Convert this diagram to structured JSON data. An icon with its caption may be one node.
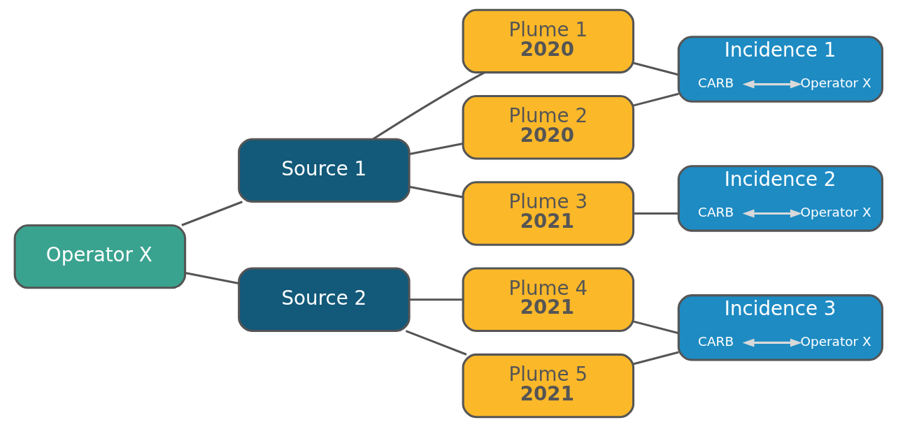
{
  "diagram": {
    "nodes": [
      {
        "text": [
          "Operator X"
        ]
      },
      {
        "text": [
          "Source 1"
        ]
      },
      {
        "text": [
          "Source 2"
        ]
      },
      {
        "text": [
          "Plume 1",
          "2020"
        ]
      },
      {
        "text": [
          "Plume 2",
          "2020"
        ]
      },
      {
        "text": [
          "Plume 3",
          "2021"
        ]
      },
      {
        "text": [
          "Plume 4",
          "2021"
        ]
      },
      {
        "text": [
          "Plume 5",
          "2021"
        ]
      },
      {
        "text": [
          "Incidence 1"
        ]
      },
      {
        "text": [
          "CARB"
        ],
        "in": 8
      },
      {
        "text": [
          "Operator X"
        ],
        "in": 8
      },
      {
        "text": [
          "Incidence 2"
        ]
      },
      {
        "text": [
          "CARB"
        ],
        "in": 11
      },
      {
        "text": [
          "Operator X"
        ],
        "in": 11
      },
      {
        "text": [
          "Incidence 3"
        ]
      },
      {
        "text": [
          "CARB"
        ],
        "in": 14
      },
      {
        "text": [
          "Operator X"
        ],
        "in": 14
      }
    ],
    "edges": [
      {
        "from": 0,
        "to": 1,
        "arrow": "none"
      },
      {
        "from": 0,
        "to": 2,
        "arrow": "none"
      },
      {
        "from": 1,
        "to": 3,
        "arrow": "none"
      },
      {
        "from": 1,
        "to": 4,
        "arrow": "none"
      },
      {
        "from": 1,
        "to": 5,
        "arrow": "none"
      },
      {
        "from": 2,
        "to": 6,
        "arrow": "none"
      },
      {
        "from": 2,
        "to": 7,
        "arrow": "none"
      },
      {
        "from": 3,
        "to": 8,
        "arrow": "none"
      },
      {
        "from": 4,
        "to": 8,
        "arrow": "none"
      },
      {
        "from": 5,
        "to": 11,
        "arrow": "none"
      },
      {
        "from": 6,
        "to": 14,
        "arrow": "none"
      },
      {
        "from": 7,
        "to": 14,
        "arrow": "none"
      },
      {
        "from": 9,
        "to": 10,
        "arrow": "both",
        "color": "#d9d9d9"
      },
      {
        "from": 12,
        "to": 13,
        "arrow": "both",
        "color": "#d9d9d9"
      },
      {
        "from": 15,
        "to": 16,
        "arrow": "both",
        "color": "#d9d9d9"
      }
    ]
  }
}
